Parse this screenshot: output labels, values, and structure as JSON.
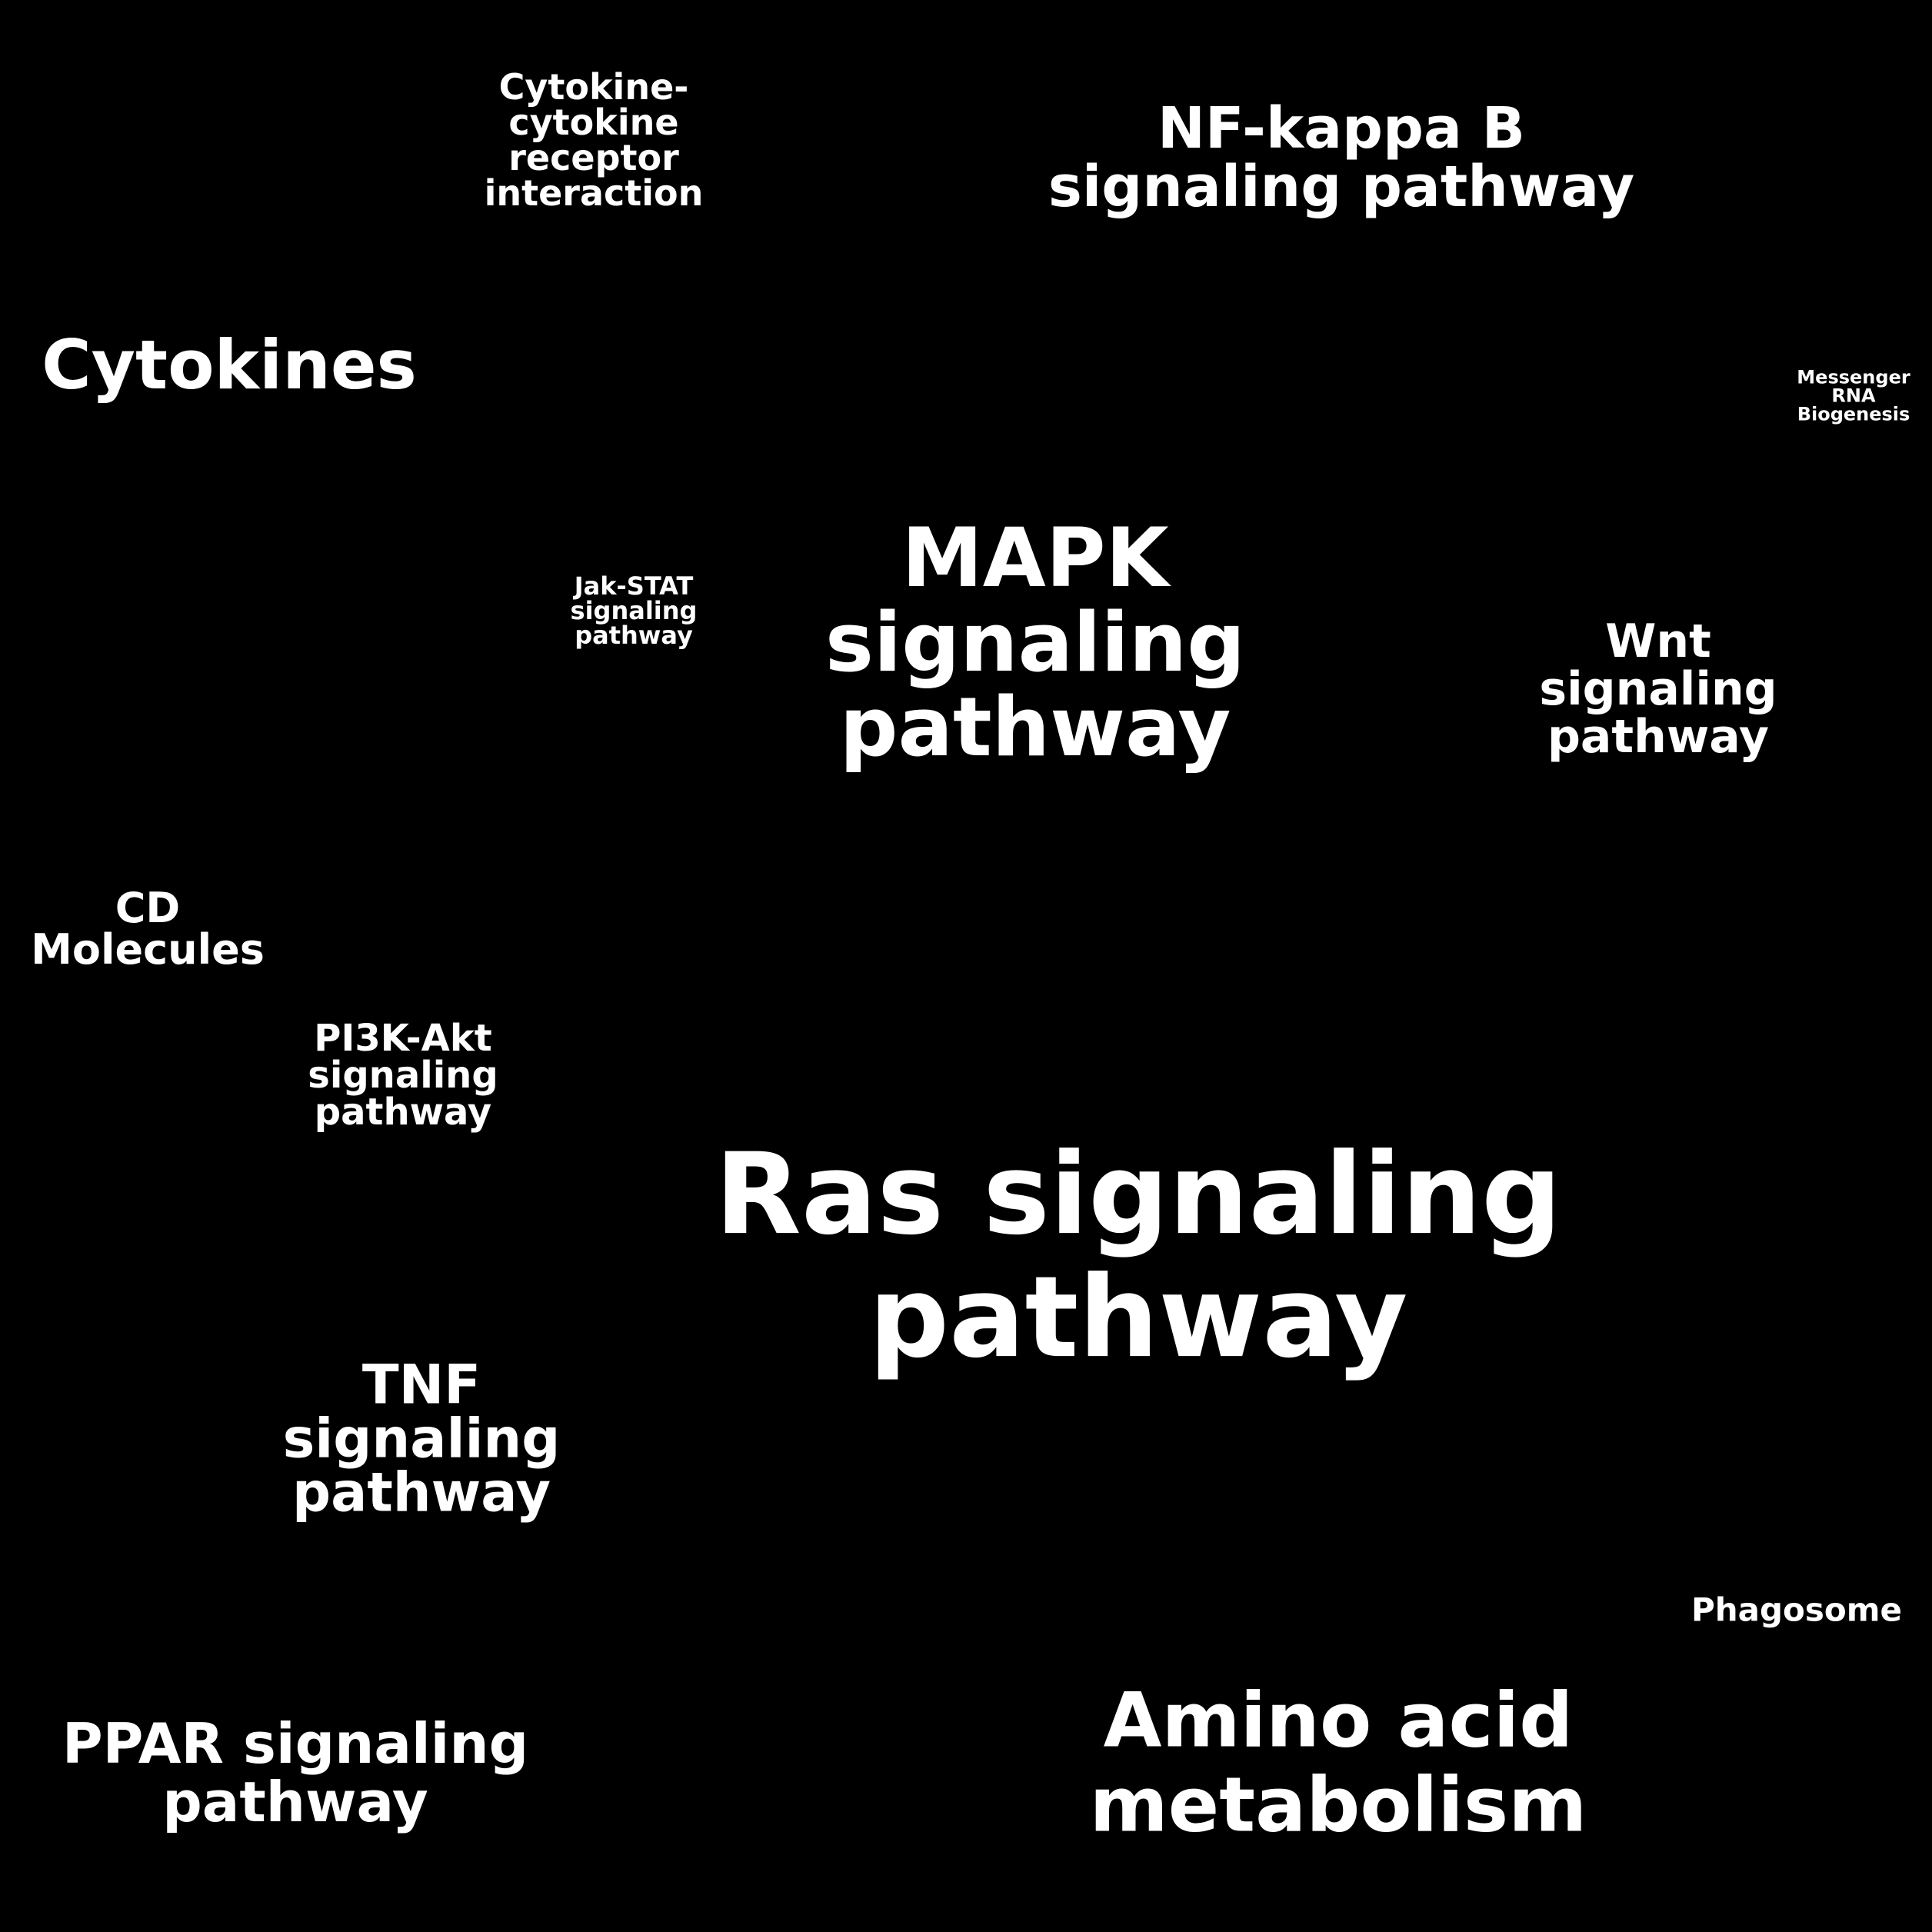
{
  "colors": {
    "teal_group": "#00a6b0",
    "blue_group": "#4a5fd0",
    "red_group": "#8e0b16",
    "gold_group": "#d8951c",
    "magenta_group": "#c62a74"
  },
  "cells": [
    {
      "id": "cytokines",
      "label": [
        "Cytokines"
      ]
    },
    {
      "id": "cytokine-cytokine-receptor-interaction",
      "label": [
        "Cytokine-",
        "cytokine",
        "receptor",
        "interaction"
      ]
    },
    {
      "id": "nf-kappa-b-signaling-pathway",
      "label": [
        "NF-kappa B",
        "signaling pathway"
      ]
    },
    {
      "id": "messenger-rna-biogenesis",
      "label": [
        "Messenger",
        "RNA",
        "Biogenesis"
      ]
    },
    {
      "id": "jak-stat-signaling-pathway",
      "label": [
        "Jak-STAT",
        "signaling",
        "pathway"
      ]
    },
    {
      "id": "mapk-signaling-pathway",
      "label": [
        "MAPK",
        "signaling",
        "pathway"
      ]
    },
    {
      "id": "wnt-signaling-pathway",
      "label": [
        "Wnt",
        "signaling",
        "pathway"
      ]
    },
    {
      "id": "cd-molecules",
      "label": [
        "CD",
        "Molecules"
      ]
    },
    {
      "id": "pi3k-akt-signaling-pathway",
      "label": [
        "PI3K-Akt",
        "signaling",
        "pathway"
      ]
    },
    {
      "id": "ras-signaling-pathway",
      "label": [
        "Ras signaling",
        "pathway"
      ]
    },
    {
      "id": "tnf-signaling-pathway",
      "label": [
        "TNF",
        "signaling",
        "pathway"
      ]
    },
    {
      "id": "phagosome",
      "label": [
        "Phagosome"
      ]
    },
    {
      "id": "ppar-signaling-pathway",
      "label": [
        "PPAR signaling",
        "pathway"
      ]
    },
    {
      "id": "amino-acid-metabolism",
      "label": [
        "Amino acid",
        "metabolism"
      ]
    }
  ]
}
